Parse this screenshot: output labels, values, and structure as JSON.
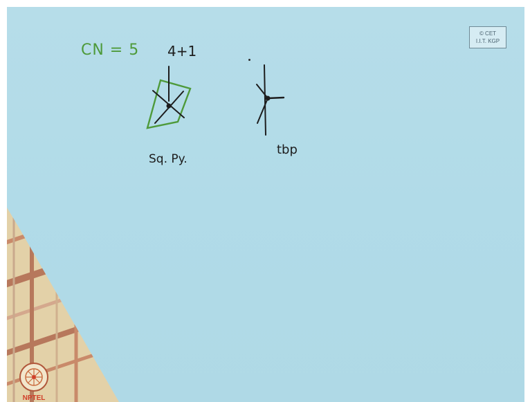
{
  "board": {
    "cn_label": "CN = 5",
    "count_label": "4+1",
    "square_pyramid_label": "Sq. Py.",
    "tbp_label": "tbp"
  },
  "stamp": {
    "line1": "© CET",
    "line2": "I.I.T. KGP"
  },
  "logo": {
    "text": "NPTEL"
  },
  "colors": {
    "board": "#b1dbe8",
    "ink": "#1d1d1d",
    "green_ink": "#4e9a3a",
    "cloth_base": "#e2cfa5",
    "cloth_stripe": "#b7785c"
  },
  "icons": {
    "square_pyramid": "square-pyramid-sketch",
    "trigonal_bipyramid": "trigonal-bipyramid-sketch",
    "logo": "nptel-wheel-logo"
  }
}
